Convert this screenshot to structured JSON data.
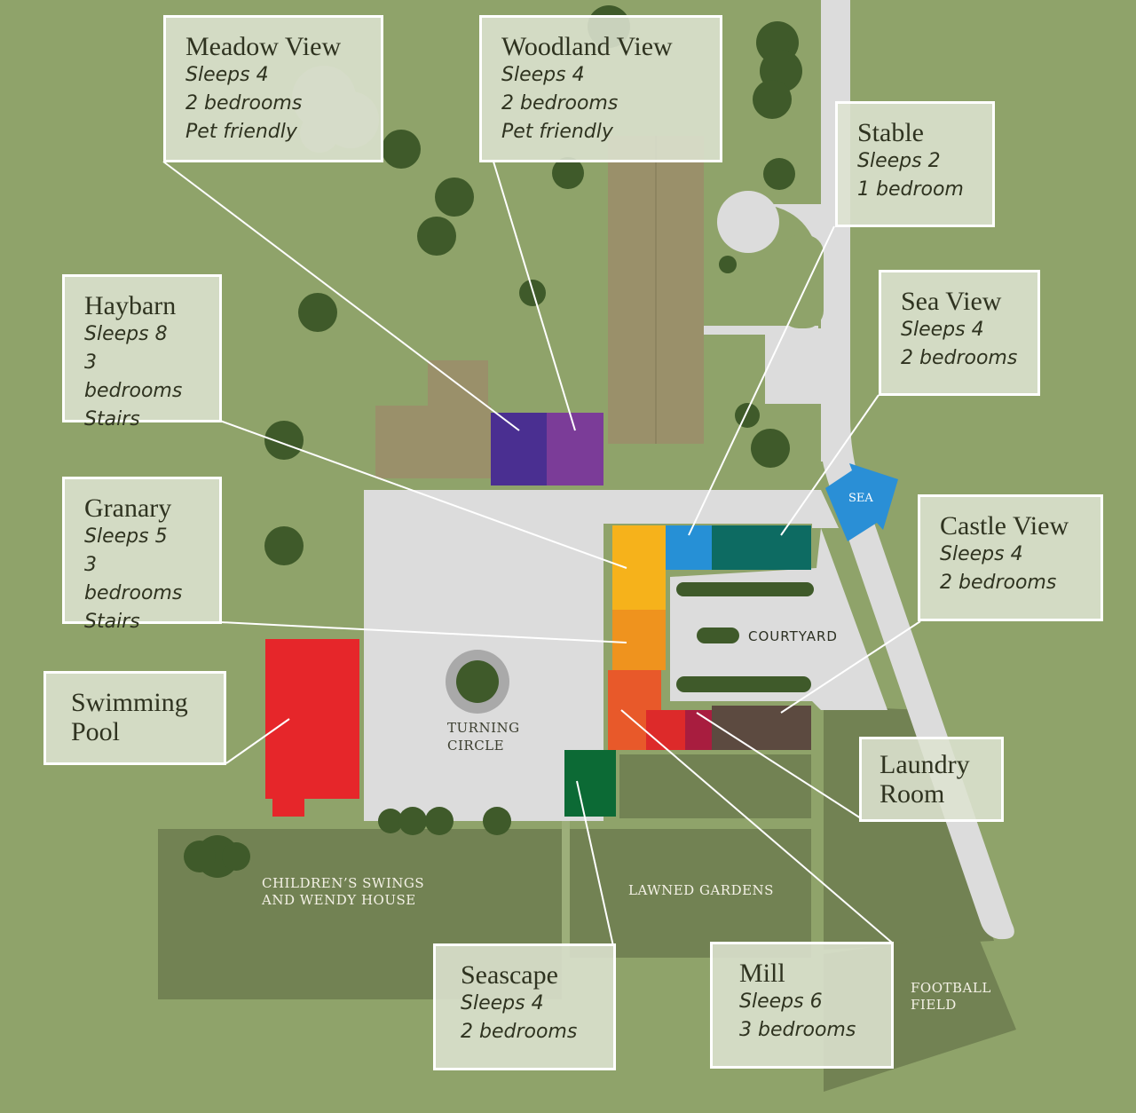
{
  "properties": [
    {
      "id": "meadow-view",
      "name": "Meadow View",
      "details": [
        "Sleeps 4",
        "2 bedrooms",
        "Pet friendly"
      ]
    },
    {
      "id": "woodland-view",
      "name": "Woodland View",
      "details": [
        "Sleeps 4",
        "2 bedrooms",
        "Pet friendly"
      ]
    },
    {
      "id": "stable",
      "name": "Stable",
      "details": [
        "Sleeps 2",
        "1 bedroom"
      ]
    },
    {
      "id": "haybarn",
      "name": "Haybarn",
      "details": [
        "Sleeps 8",
        "3 bedrooms",
        "Stairs"
      ]
    },
    {
      "id": "sea-view",
      "name": "Sea View",
      "details": [
        "Sleeps 4",
        "2 bedrooms"
      ]
    },
    {
      "id": "granary",
      "name": "Granary",
      "details": [
        "Sleeps 5",
        "3 bedrooms",
        "Stairs"
      ]
    },
    {
      "id": "castle-view",
      "name": "Castle View",
      "details": [
        "Sleeps 4",
        "2 bedrooms"
      ]
    },
    {
      "id": "swimming-pool",
      "name": "Swimming\nPool",
      "details": []
    },
    {
      "id": "laundry-room",
      "name": "Laundry\nRoom",
      "details": []
    },
    {
      "id": "seascape",
      "name": "Seascape",
      "details": [
        "Sleeps 4",
        "2 bedrooms"
      ]
    },
    {
      "id": "mill",
      "name": "Mill",
      "details": [
        "Sleeps 6",
        "3 bedrooms"
      ]
    }
  ],
  "map_labels": {
    "courtyard": "COURTYARD",
    "turning_circle_1": "TURNING",
    "turning_circle_2": "CIRCLE",
    "swings_1": "CHILDREN’S SWINGS",
    "swings_2": "AND WENDY HOUSE",
    "lawned_gardens": "LAWNED GARDENS",
    "football_1": "FOOTBALL",
    "football_2": "FIELD",
    "sea": "SEA"
  },
  "colors": {
    "grass": "#8fa36a",
    "dark_grass": "#728253",
    "road": "#dcdcdc",
    "tree": "#3f5a2a",
    "barn": "#9a906a",
    "meadow_view": "#4a2f91",
    "woodland_view": "#7b3c98",
    "haybarn": "#f6b21b",
    "granary": "#ef931e",
    "mill": "#e8592a",
    "stable": "#2690d6",
    "sea_view": "#0d6b62",
    "castle_view": "#5c4a40",
    "laundry": "#a81d3f",
    "seascape": "#0c6a35",
    "swimming_pool": "#e6262a",
    "sea_arrow": "#2a8fd6"
  }
}
